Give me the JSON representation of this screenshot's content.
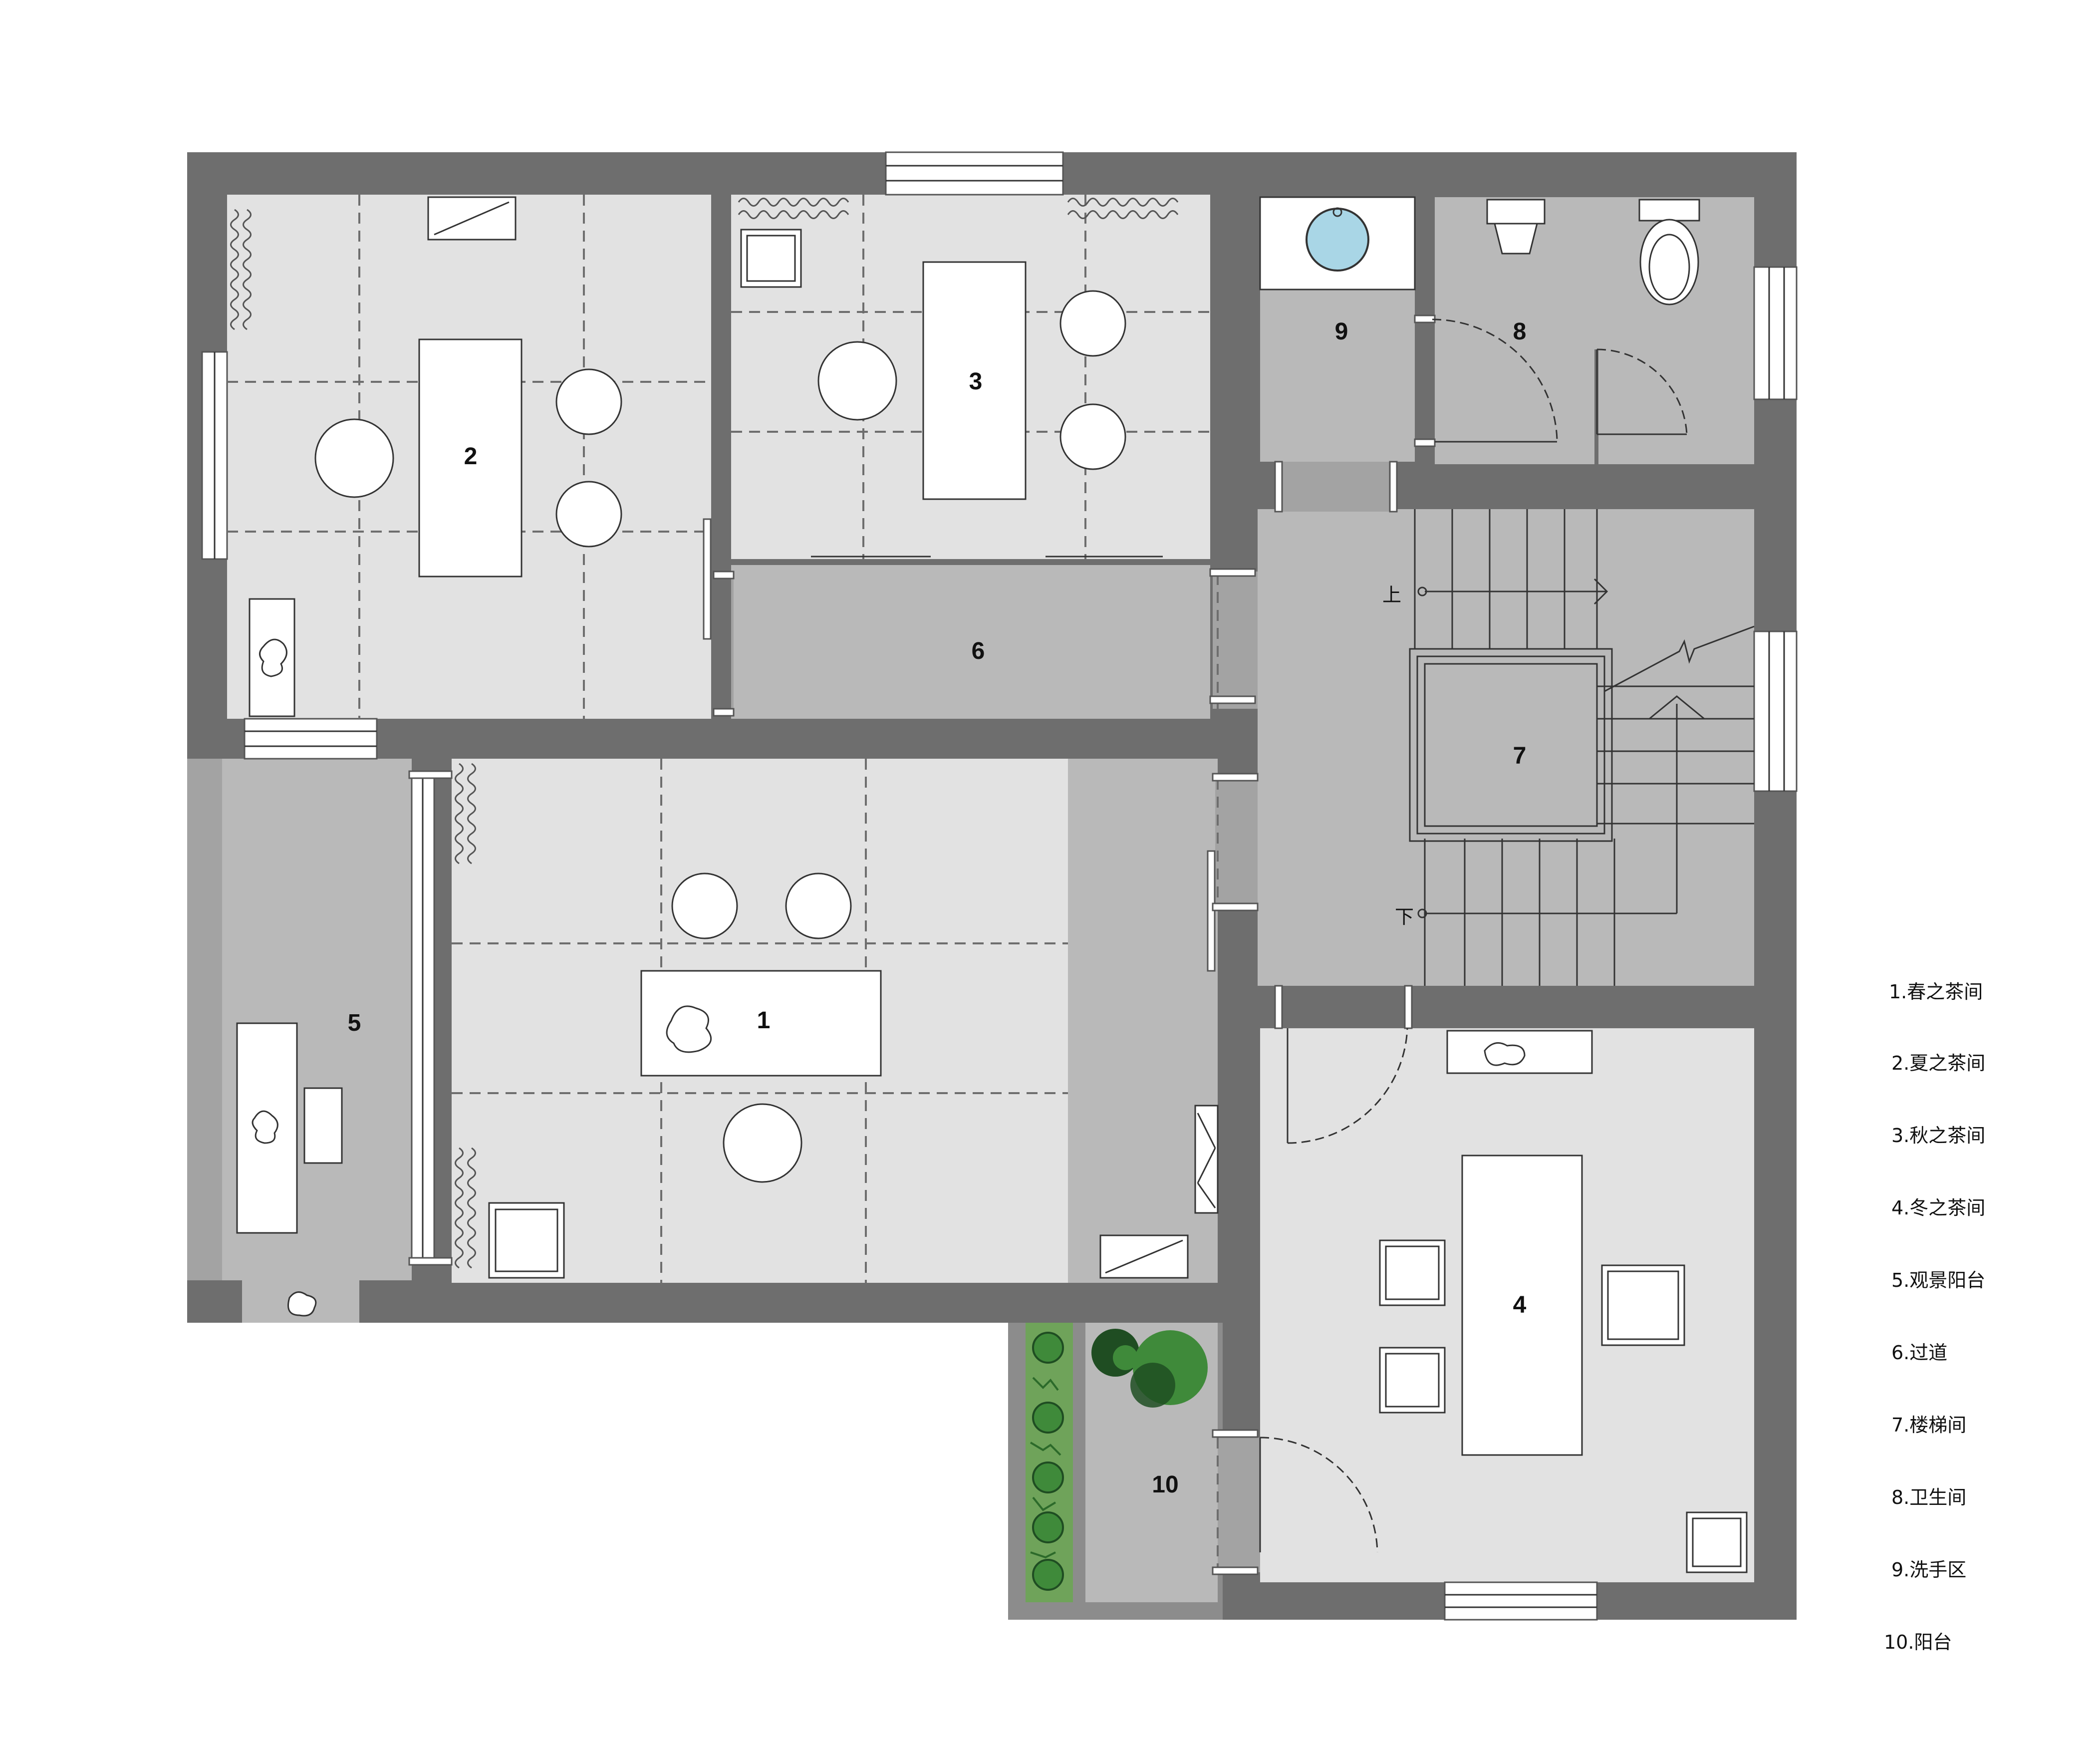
{
  "rooms": [
    {
      "num": "1"
    },
    {
      "num": "2"
    },
    {
      "num": "3"
    },
    {
      "num": "4"
    },
    {
      "num": "5"
    },
    {
      "num": "6"
    },
    {
      "num": "7"
    },
    {
      "num": "8"
    },
    {
      "num": "9"
    },
    {
      "num": "10"
    }
  ],
  "legend": [
    "1.春之茶间",
    "2.夏之茶间",
    "3.秋之茶间",
    "4.冬之茶间",
    "5.观景阳台",
    "6.过道",
    "7.楼梯间",
    "8.卫生间",
    "9.洗手区",
    "10.阳台"
  ],
  "stair_marks": {
    "up": "上",
    "down": "下"
  },
  "colors": {
    "wall": "#6e6e6e",
    "floor_light": "#e2e2e2",
    "floor_mid": "#b9b9b9",
    "floor_dark": "#a3a3a3",
    "basin": "#a9d6e6",
    "plant": "#3f8a3a",
    "shrub": "#1f4d22"
  }
}
